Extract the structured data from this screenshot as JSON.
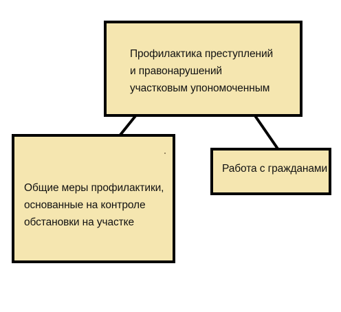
{
  "diagram": {
    "colors": {
      "box_fill": "#f5e6b0",
      "border": "#000000",
      "text": "#111111"
    },
    "top_box": {
      "lines": [
        "Профилактика преступлений",
        "и правонарушений",
        "участковым упономоченным"
      ]
    },
    "left_box": {
      "lines": [
        "Общие меры профилактики,",
        "основанные на контроле",
        "обстановки на участке"
      ]
    },
    "right_box": {
      "lines": [
        "Работа с гражданами"
      ]
    }
  }
}
